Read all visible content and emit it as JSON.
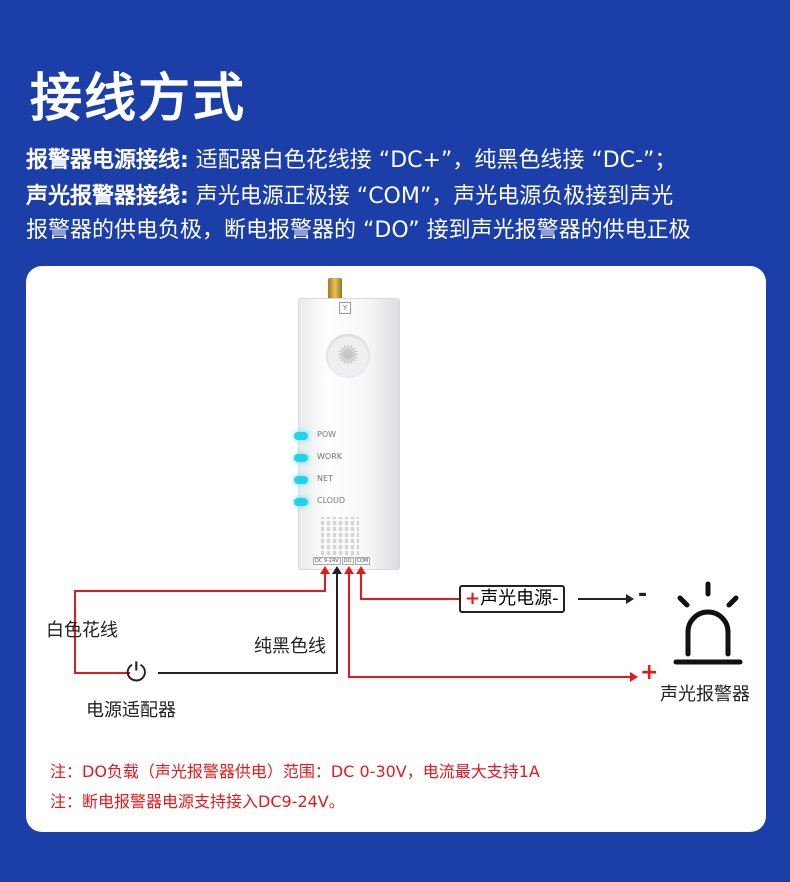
{
  "header": {
    "title": "接线方式",
    "line1_label": "报警器电源接线:",
    "line1_text": " 适配器白色花线接 “DC+”，纯黑色线接 “DC-”；",
    "line2_label": "声光报警器接线:",
    "line2_text": " 声光电源正极接 “COM”，声光电源负极接到声光",
    "line3_text": "报警器的供电负极，断电报警器的 “DO” 接到声光报警器的供电正极"
  },
  "device": {
    "leds": [
      "POW",
      "WORK",
      "NET",
      "CLOUD"
    ],
    "ports": [
      "DC 9-24V",
      "DO",
      "COM"
    ]
  },
  "diagram": {
    "white_wire": "白色花线",
    "black_wire": "纯黑色线",
    "adapter": "电源适配器",
    "power_plus": "+",
    "power_box": "声光电源",
    "power_minus": "-",
    "minus_sign": "-",
    "plus_sign": "+",
    "alarm": "声光报警器"
  },
  "notes": [
    "注：DO负载（声光报警器供电）范围：DC 0-30V，电流最大支持1A",
    "注：断电报警器电源支持接入DC9-24V。"
  ],
  "colors": {
    "background": "#1b3ea8",
    "wire_red": "#e8171b",
    "led": "#22d3e8"
  }
}
